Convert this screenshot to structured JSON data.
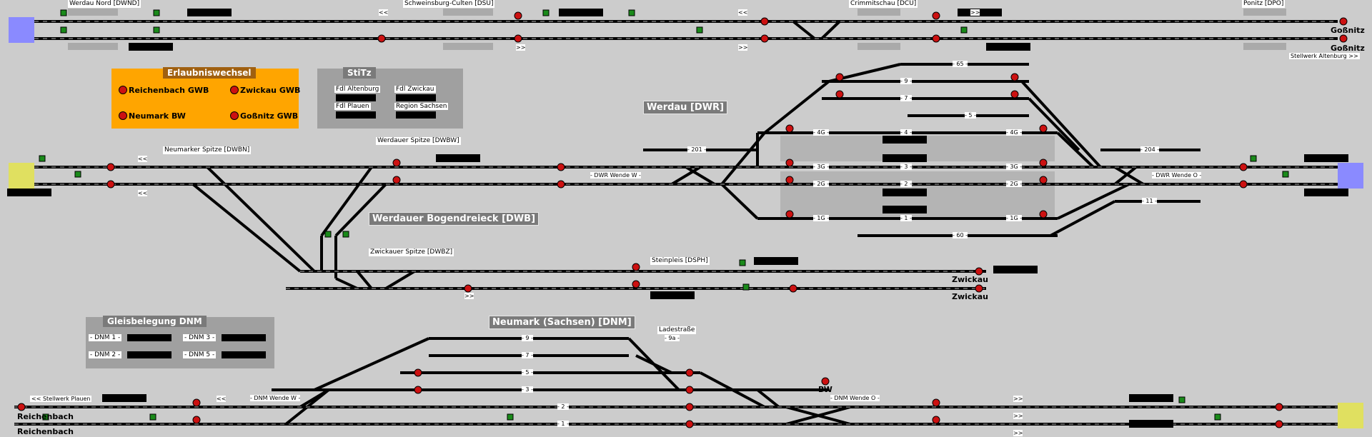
{
  "station_labels": {
    "dwnd": "Werdau Nord [DWND]",
    "dsu": "Schweinsburg-Culten [DSU]",
    "dcu": "Crimmitschau [DCU]",
    "dpo": "Ponitz [DPO]",
    "dwbn": "Neumarker Spitze [DWBN]",
    "dwbw": "Werdauer Spitze [DWBW]",
    "dwbz": "Zwickauer Spitze [DWBZ]",
    "dsph": "Steinpleis [DSPH]",
    "ladestrasse": "Ladestraße"
  },
  "area_titles": {
    "dwr": "Werdau [DWR]",
    "dwb": "Werdauer Bogendreieck [DWB]",
    "dnm": "Neumark (Sachsen) [DNM]"
  },
  "erlaubnis": {
    "title": "Erlaubniswechsel",
    "items": [
      "Reichenbach GWB",
      "Zwickau GWB",
      "Neumark BW",
      "Goßnitz GWB"
    ]
  },
  "stitz": {
    "title": "StiTz",
    "items": [
      "Fdl Altenburg",
      "Fdl Zwickau",
      "Fdl Plauen",
      "Region Sachsen"
    ]
  },
  "gleisbelegung": {
    "title": "Gleisbelegung DNM",
    "items": [
      "- DNM 1 -",
      "- DNM 3 -",
      "- DNM 2 -",
      "- DNM 5 -"
    ]
  },
  "endpoints": {
    "gossnitz_1": "Goßnitz",
    "gossnitz_2": "Goßnitz",
    "stellwerk_altenburg": "Stellwerk Altenburg >>",
    "zwickau_1": "Zwickau",
    "zwickau_2": "Zwickau",
    "reichenbach_1": "Reichenbach",
    "reichenbach_2": "Reichenbach",
    "stellwerk_plauen": "<< Stellwerk Plauen",
    "bw": "BW"
  },
  "track_labels": {
    "t65": "- 65 -",
    "t9": "- 9 -",
    "t7": "- 7 -",
    "t5": "- 5 -",
    "t4": "- 4 -",
    "t4g": "- 4G -",
    "t4g_r": "- 4G -",
    "t201": "- 201 -",
    "t204": "- 204 -",
    "t3": "- 3 -",
    "t3g": "- 3G -",
    "t3g_r": "- 3G -",
    "t2": "- 2 -",
    "t2g": "- 2G -",
    "t2g_r": "- 2G -",
    "t1": "- 1 -",
    "t1g": "- 1G -",
    "t1g_r": "- 1G -",
    "t11": "- 11 -",
    "t60": "- 60 -",
    "dwr_wende_w": "- DWR Wende W -",
    "dwr_wende_o": "- DWR Wende O -",
    "dnm_wende_w": "- DNM Wende W -",
    "dnm_wende_o": "- DNM Wende O -",
    "n9": "- 9 -",
    "n7": "- 7 -",
    "n5": "- 5 -",
    "n3": "- 3 -",
    "n2": "- 2 -",
    "n1": "- 1 -",
    "n9a": "- 9a -"
  },
  "arrows": {
    "l1": "<<",
    "l2": "<<",
    "l3": "<<",
    "l4": "<<",
    "l5": "<<",
    "r1": ">>",
    "r2": ">>",
    "r3": ">>",
    "r4": ">>",
    "r5": ">>",
    "r6": ">>",
    "r7": ">>"
  },
  "colors": {
    "background": "#cccccc",
    "signal_red": "#cc1111",
    "signal_green": "#1a8a1a",
    "orange_panel": "#ffa500",
    "gray_panel": "#a0a0a0",
    "endpoint_blue": "#8a8aff",
    "endpoint_yellow": "#e0e060"
  }
}
